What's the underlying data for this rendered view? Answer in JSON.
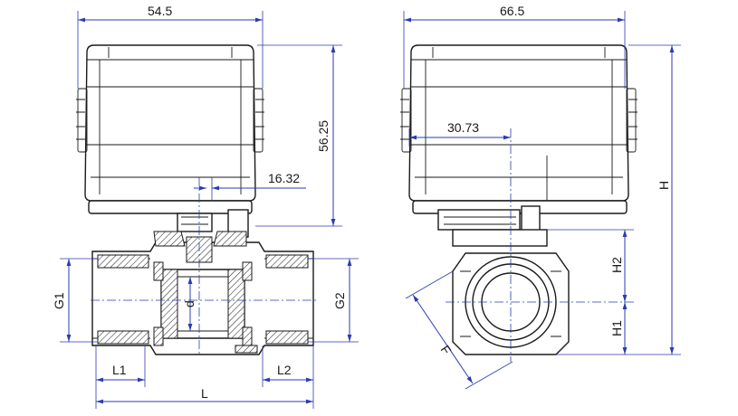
{
  "drawing": {
    "front_view": {
      "dim_width": "54.5",
      "dim_height": "56.25",
      "dim_offset": "16.32",
      "dim_L": "L",
      "dim_L1": "L1",
      "dim_L2": "L2",
      "dim_G1": "G1",
      "dim_G2": "G2",
      "dim_d": "d"
    },
    "side_view": {
      "dim_width": "66.5",
      "dim_offset": "30.73",
      "dim_H": "H",
      "dim_H1": "H1",
      "dim_H2": "H2",
      "dim_F": "F"
    }
  }
}
